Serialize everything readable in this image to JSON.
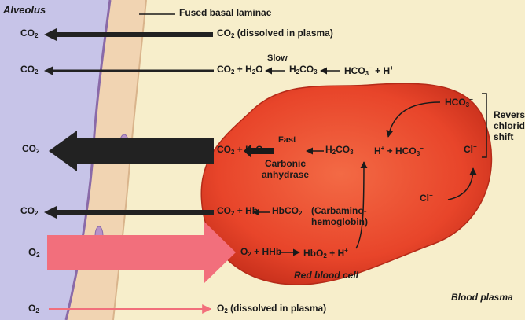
{
  "labels": {
    "alveolus": "Alveolus",
    "fused_basal_laminae": "Fused basal laminae",
    "dissolved_in_plasma_co2": "(dissolved in plasma)",
    "slow": "Slow",
    "fast": "Fast",
    "carbonic_anhydrase": "Carbonic anhydrase",
    "carbaminohemoglobin": "(Carbamino-hemoglobin)",
    "reverse_chloride_shift": "Reverse chloride shift",
    "red_blood_cell": "Red blood cell",
    "blood_plasma": "Blood plasma",
    "dissolved_in_plasma_o2": "(dissolved in plasma)",
    "o2_left": "O2",
    "plus_hb": "+ Hb",
    "plus_hhb": "+ HHb",
    "hbco2": "HbCO2",
    "hbo2": "HbO2"
  },
  "colors": {
    "plasma_bg": "#f7eecb",
    "alveolus_fill": "#c7c4e8",
    "capillary_wall": "#f0d3b0",
    "rbc": "#e8452a",
    "co2_arrow": "#222222",
    "o2_arrow": "#f26f7c"
  }
}
